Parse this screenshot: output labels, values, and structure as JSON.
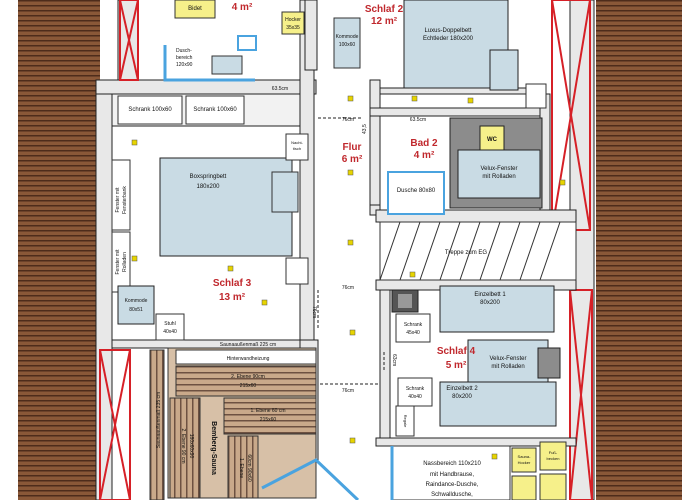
{
  "rooms": {
    "top_left_area": "4 m²",
    "schlaf2_name": "Schlaf 2",
    "schlaf2_area": "12 m²",
    "flur_name": "Flur",
    "flur_area": "6 m²",
    "bad2_name": "Bad 2",
    "bad2_area": "4 m²",
    "schlaf3_name": "Schlaf 3",
    "schlaf3_area": "13 m²",
    "schlaf4_name": "Schlaf 4",
    "schlaf4_area": "5 m²"
  },
  "labels": {
    "bidet": "Bidet",
    "hocker_top": "Hocker",
    "hocker_size": "35x35",
    "dusch_1": "Dusch-",
    "dusch_2": "bereich",
    "dusch_3": "120x90",
    "kommode_top": "Kommode",
    "kommode_top_size": "100x60",
    "bett2_1": "Luxus-Doppelbett",
    "bett2_2": "Echtleder 180x200",
    "dim_635_left": "63.5cm",
    "dim_635_right": "63.5cm",
    "dim_76_a": "76cm",
    "dim_76_b": "76cm",
    "dim_76_c": "76cm",
    "dim_76_vert": "76cm",
    "dim_63_vert": "63cm",
    "dim_435": "43,5",
    "schrank_1": "Schrank 100x60",
    "schrank_2": "Schrank 100x60",
    "nacht_1": "Nacht-",
    "nacht_2": "tisch",
    "wc": "WC",
    "velux1_1": "Velux-Fenster",
    "velux1_2": "mit Rolladen",
    "dusche": "Dusche 80x80",
    "boxspring_1": "Boxspringbett",
    "boxspring_2": "180x200",
    "fenster_1": "Fenster mit",
    "fenster_2": "Fensterbank",
    "fenster_3": "Fenster mit",
    "fenster_4": "Rolladen",
    "treppe": "Treppe zum EG",
    "einzelbett1_1": "Einzelbett 1",
    "einzelbett1_2": "80x200",
    "schrank3_1": "Schrank",
    "schrank3_2": "45x40",
    "kommode_left_1": "Kommode",
    "kommode_left_2": "80x51",
    "stuhl_1": "Stuhl",
    "stuhl_2": "40x40",
    "sauna_aussen": "Saunaaußenmaß 225 cm",
    "sauna_aussen_vert": "Saunaaußenmaß 235 cm",
    "hinterwand": "Hinterwandheizung",
    "ebene2": "2. Ebene 90cm",
    "ebene2_size": "215x60",
    "ebene1": "1. Ebene 60 cm",
    "ebene1_size": "215x60",
    "bemberg": "Bemberg-Sauna",
    "ebene2_vert_1": "2. Ebene 90 cm",
    "ebene2_vert_2": "180x60x90",
    "ebene1_vert_1": "1. Ebene",
    "ebene1_vert_2": "60cm 90x60",
    "velux2_1": "Velux-Fenster",
    "velux2_2": "mit Rolladen",
    "einzelbett2_1": "Einzelbett 2",
    "einzelbett2_2": "80x200",
    "schrank4_1": "Schrank",
    "schrank4_2": "40x40",
    "regale": "Regale",
    "dusche_bottom_1": "Nassbereich 110x210",
    "dusche_bottom_2": "mit Handbrause,",
    "dusche_bottom_3": "Raindance-Dusche,",
    "dusche_bottom_4": "Schwalldusche,",
    "sauna_hocker_1": "Sauna-",
    "sauna_hocker_2": "Hocker",
    "fuss_1": "Fuß-",
    "fuss_2": "becken"
  },
  "colors": {
    "room_label": "#c0282d",
    "furniture": "#c9dbe4",
    "wood": "#7a4a30",
    "wall": "#e8e8e8",
    "hocker": "#f6f08a",
    "cross": "#d62027"
  }
}
